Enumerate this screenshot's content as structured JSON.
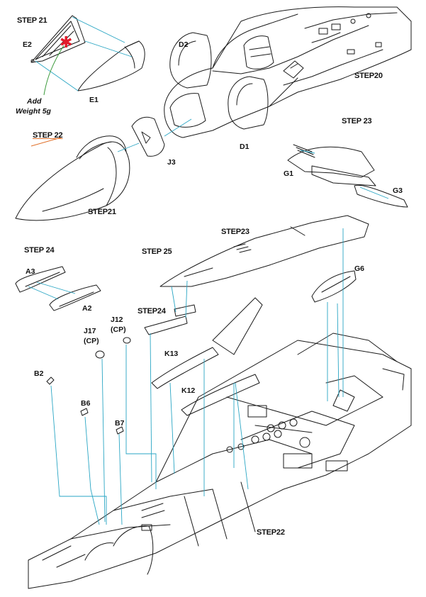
{
  "steps": {
    "s21_title": "STEP 21",
    "s20": "STEP20",
    "s23_title": "STEP 23",
    "s22_title": "STEP 22",
    "s21_ref": "STEP21",
    "s24_title": "STEP 24",
    "s25_title": "STEP 25",
    "s23_ref": "STEP23",
    "s24_ref": "STEP24",
    "s22_ref": "STEP22"
  },
  "parts": {
    "E2": "E2",
    "E1": "E1",
    "D2": "D2",
    "D1": "D1",
    "J3": "J3",
    "G1": "G1",
    "G3": "G3",
    "A3": "A3",
    "A2": "A2",
    "G6": "G6",
    "J17": "J17",
    "J17_note": "(CP)",
    "J12": "J12",
    "J12_note": "(CP)",
    "K13": "K13",
    "K12": "K12",
    "B2": "B2",
    "B6": "B6",
    "B7": "B7"
  },
  "notes": {
    "weight_line1": "Add",
    "weight_line2": "Weight 5g"
  },
  "colors": {
    "leader": "#2aa6c4",
    "ink": "#1a1a1a",
    "marker": "#e21b2a",
    "note_line": "#3a9a3a",
    "accent": "#e0702a"
  }
}
